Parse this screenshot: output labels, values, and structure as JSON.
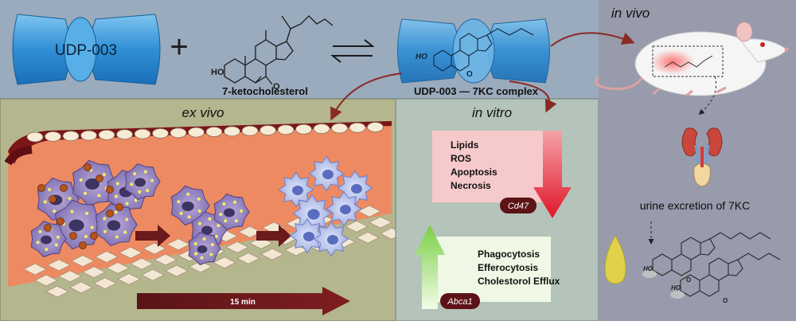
{
  "top": {
    "udp_label": "UDP-003",
    "plus_sign": "+",
    "sterol_name": "7-ketocholesterol",
    "ho_label": "HO",
    "o_label": "O",
    "complex_name": "UDP-003 — 7KC complex"
  },
  "ex_vivo": {
    "title": "ex vivo",
    "time_label": "15 min"
  },
  "in_vitro": {
    "title": "in vitro",
    "down_items": [
      "Lipids",
      "ROS",
      "Apoptosis",
      "Necrosis"
    ],
    "down_gene": "Cd47",
    "up_items": [
      "Phagocytosis",
      "Efferocytosis",
      "Cholestorol Efflux"
    ],
    "up_gene": "Abca1"
  },
  "in_vivo": {
    "title": "in vivo",
    "urine_text": "urine excretion of 7KC",
    "ho_label": "HO",
    "o_label": "O"
  },
  "colors": {
    "top_band": "#9aabbd",
    "ex_vivo_panel": "#b4b68e",
    "in_vitro_panel": "#b5c4ba",
    "in_vivo_panel": "#989bab",
    "cyclodextrin": "#4fa3e0",
    "vessel_wall": "#7a1518",
    "lumen": "#ee8a62",
    "down_arrow": "#e0162a",
    "up_arrow": "#8fd85a",
    "gene_badge": "#5c1216"
  }
}
